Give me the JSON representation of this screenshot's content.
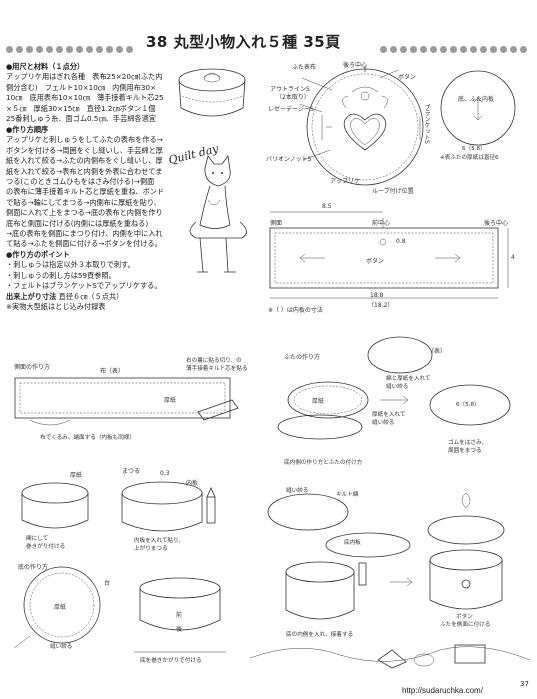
{
  "title": "38  丸型小物入れ５種  35頁",
  "materials": {
    "heading": "●用尺と材料（１点分）",
    "lines": [
      "アップリケ用はぎれ各種　表布25×20㎝(ふた内",
      "側分含む)　フェルト10×10㎝　内側用布30×",
      "10㎝　底用表布10×10㎝　薄手接着キルト芯25",
      "×５㎝　厚紙30×15㎝　直径1.2㎝ボタン１個",
      "25番刺しゅう糸、面ゴム0.5㎝、手芸綿各適宜"
    ]
  },
  "order": {
    "heading": "●作り方順序",
    "lines": [
      "アップリケと刺しゅうをしてふたの表布を作る→",
      "ボタンを付ける→周囲をぐし縫いし、手芸綿と厚",
      "紙を入れて絞る→ふたの内側布をぐし縫いし、厚",
      "紙を入れて絞る→表布と内側を外表に合わせてま",
      "つる(このときゴムひもをはさみ付ける)→側面",
      "の表布に薄手接着キルト芯と厚紙を重ね、ボンド",
      "で貼る→輪にしてまつる→内側布に厚紙を貼り、",
      "側面に入れて上をまつる→底の表布と内側を作り",
      "底布と側面に付ける(内側には厚紙を重ねる)",
      "→底の表布を側面にまつり付け、内側を中に入れ",
      "て貼る→ふたを側面に付ける→ボタンを付ける。"
    ]
  },
  "points": {
    "heading": "●作り方のポイント",
    "lines": [
      "・刺しゅうは指定以外３本取りで刺す。",
      "・刺しゅうの刺し方は59頁参照。",
      "・フェルトはブランケットSでアップリケする。"
    ]
  },
  "size": {
    "heading": "出来上がり寸法",
    "value": "直径６㎝（５点共）",
    "note": "※実物大型紙はとじ込み付録表"
  },
  "lid_diagram": {
    "top_label": "ふた表布",
    "back_center": "後ろ中心",
    "button": "ボタン",
    "outline_s": "アウトラインS",
    "outline_s_sub": "（2本取り）",
    "lazy_daisy": "レゼーデージーS",
    "bullion": "バリオンノットS",
    "applique": "アップリケ",
    "loop": "ループ付け位置",
    "blanket": "ブランケットS",
    "bottom_inner": "底、ふた内板",
    "bottom_note": "※表ふたの厚紙は直径6",
    "bottom_dim": "6（5.8）"
  },
  "side_diagram": {
    "side": "側面",
    "front_center": "前中心",
    "back_center": "後ろ中心",
    "button": "ボタン",
    "dim_top": "8.5",
    "dim_bottom": "18.8",
    "dim_bottom_sub": "（18.2）",
    "dim_height": "4",
    "dim_b": "0.8",
    "note": "※（ ）は内板の寸法"
  },
  "side_method": {
    "heading": "側面の作り方",
    "fabric": "布（表）",
    "cardboard": "厚紙",
    "note_right_1": "右の裏に貼る切り、の",
    "note_right_2": "薄手接着キルト芯を貼る",
    "bottom_note": "布でくるみ、端面する（内板も同様）",
    "step2_cardboard": "厚紙",
    "step2_sew": "まつる",
    "step2_inner": "内板",
    "step2_03": "0.3",
    "step2_left": "関にして",
    "step2_left_2": "巻きがり付ける",
    "step2_right": "内板を入れて貼り、",
    "step2_right_2": "上がりまつる"
  },
  "bottom_method": {
    "heading": "底の作り方",
    "ring": "台",
    "cardboard": "厚紙",
    "pull": "縫い絞る",
    "front": "前",
    "back": "後",
    "side": "底を巻きかがりで付ける"
  },
  "lid_method": {
    "heading": "ふたの作り方",
    "ura": "（表）",
    "inner": "綿と厚紙を入れて",
    "inner_2": "縫い絞る",
    "card": "厚紙",
    "step": "厚紙を入れて",
    "step_2": "縫い絞る",
    "rubber": "ゴムをはさみ、",
    "rubber_2": "周囲をまつる",
    "method2": "底内側の作り方とふたの付け方",
    "kirt": "キルト綿",
    "kirt_2": "縫い絞る",
    "card2": "底内板",
    "bottom_in": "底の内側を入れ、接着する",
    "button": "ボタン",
    "button_2": "ふたを側面に付ける",
    "dim6": "6（5.8）"
  },
  "deco_text": "Quilt day",
  "page_number": "37",
  "watermark": "http://sudaruchka.com/"
}
